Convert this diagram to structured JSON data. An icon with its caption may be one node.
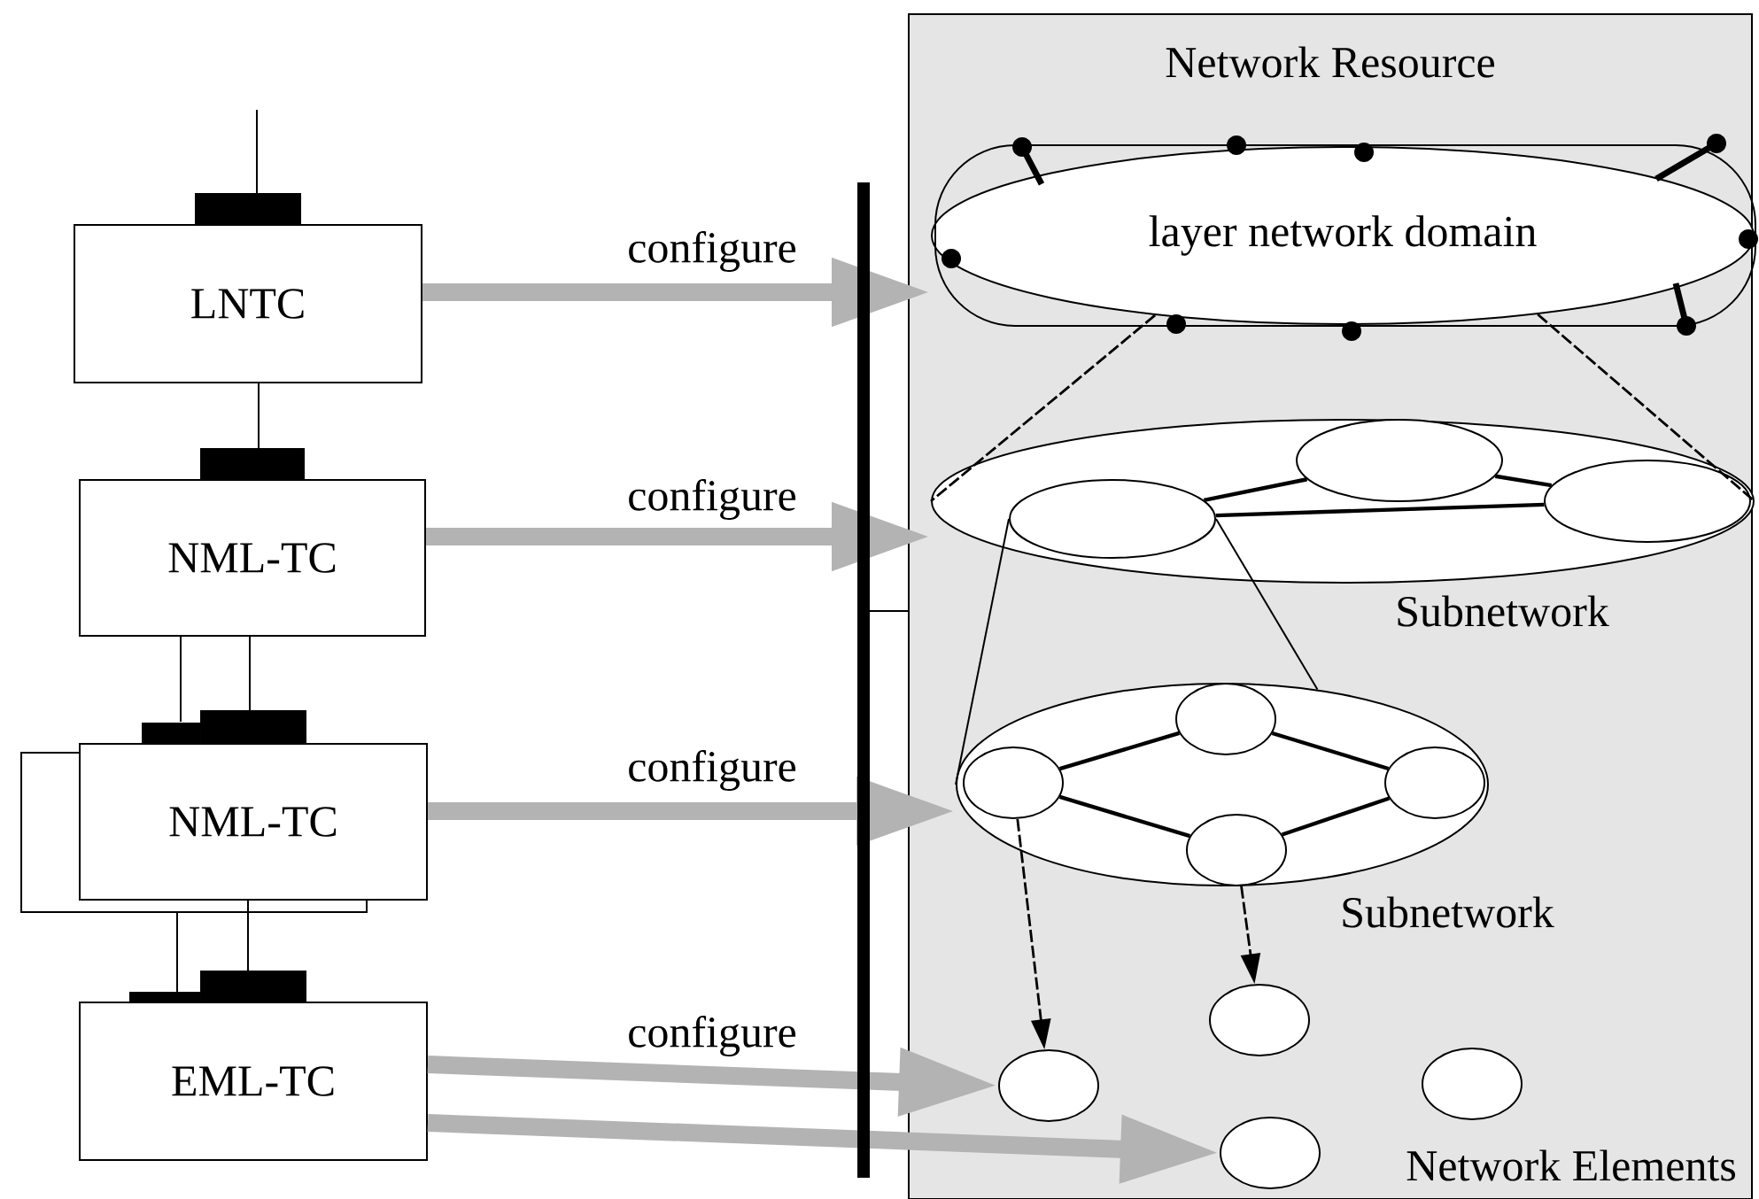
{
  "diagram": {
    "nodes": [
      {
        "text": [
          "Network Resource"
        ]
      },
      {
        "text": [
          "LNTC"
        ]
      },
      {
        "text": [
          "NML-TC"
        ]
      },
      {
        "text": [
          "NML-TC"
        ]
      },
      {
        "text": [
          "EML-TC"
        ]
      },
      {
        "text": [
          "layer network domain"
        ],
        "in": 0
      },
      {
        "text": [],
        "shape": "ellipse",
        "in": 0,
        "beside": [
          "Subnetwork"
        ]
      },
      {
        "text": [],
        "shape": "ellipse",
        "in": 6
      },
      {
        "text": [],
        "shape": "ellipse",
        "in": 6
      },
      {
        "text": [],
        "shape": "ellipse",
        "in": 6
      },
      {
        "text": [],
        "shape": "ellipse",
        "in": 0,
        "beside": [
          "Subnetwork"
        ]
      },
      {
        "text": [],
        "shape": "ellipse",
        "in": 10
      },
      {
        "text": [],
        "shape": "ellipse",
        "in": 10
      },
      {
        "text": [],
        "shape": "ellipse",
        "in": 10
      },
      {
        "text": [],
        "shape": "ellipse",
        "in": 10
      },
      {
        "text": [],
        "shape": "ellipse",
        "in": 0
      },
      {
        "text": [],
        "shape": "ellipse",
        "in": 0
      },
      {
        "text": [],
        "shape": "ellipse",
        "in": 0
      },
      {
        "text": [],
        "shape": "ellipse",
        "in": 0
      },
      {
        "text": [],
        "shape": "box"
      }
    ],
    "edges": [
      {
        "from": null,
        "to": 1,
        "arrow": "none"
      },
      {
        "from": 1,
        "to": 2,
        "arrow": "none"
      },
      {
        "from": 2,
        "to": 19,
        "arrow": "none"
      },
      {
        "from": 2,
        "to": 3,
        "arrow": "none"
      },
      {
        "from": 19,
        "to": 4,
        "arrow": "none"
      },
      {
        "from": 3,
        "to": 4,
        "arrow": "none"
      },
      {
        "from": 1,
        "to": 5,
        "arrow": "to",
        "label": "configure",
        "style": "thick",
        "color": "#b3b3b3"
      },
      {
        "from": 2,
        "to": 6,
        "arrow": "to",
        "label": "configure",
        "style": "thick",
        "color": "#b3b3b3"
      },
      {
        "from": 3,
        "to": 10,
        "arrow": "to",
        "label": "configure",
        "style": "thick",
        "color": "#b3b3b3"
      },
      {
        "from": 4,
        "to": 15,
        "arrow": "to",
        "label": "configure",
        "style": "thick",
        "color": "#b3b3b3"
      },
      {
        "from": 4,
        "to": 17,
        "arrow": "to",
        "style": "thick",
        "color": "#b3b3b3"
      },
      {
        "from": 5,
        "to": 6,
        "arrow": "none",
        "style": "dashed"
      },
      {
        "from": 5,
        "to": 6,
        "arrow": "none",
        "style": "dashed"
      },
      {
        "from": 7,
        "to": 10,
        "arrow": "none"
      },
      {
        "from": 7,
        "to": 10,
        "arrow": "none"
      },
      {
        "from": 7,
        "to": 8,
        "arrow": "none"
      },
      {
        "from": 8,
        "to": 9,
        "arrow": "none"
      },
      {
        "from": 7,
        "to": 9,
        "arrow": "none"
      },
      {
        "from": 11,
        "to": 12,
        "arrow": "none"
      },
      {
        "from": 12,
        "to": 13,
        "arrow": "none"
      },
      {
        "from": 11,
        "to": 14,
        "arrow": "none"
      },
      {
        "from": 14,
        "to": 13,
        "arrow": "none"
      },
      {
        "from": 11,
        "to": 15,
        "arrow": "to",
        "style": "dashed"
      },
      {
        "from": 14,
        "to": 16,
        "arrow": "to",
        "style": "dashed"
      }
    ],
    "labels": [
      "Network Elements"
    ]
  }
}
